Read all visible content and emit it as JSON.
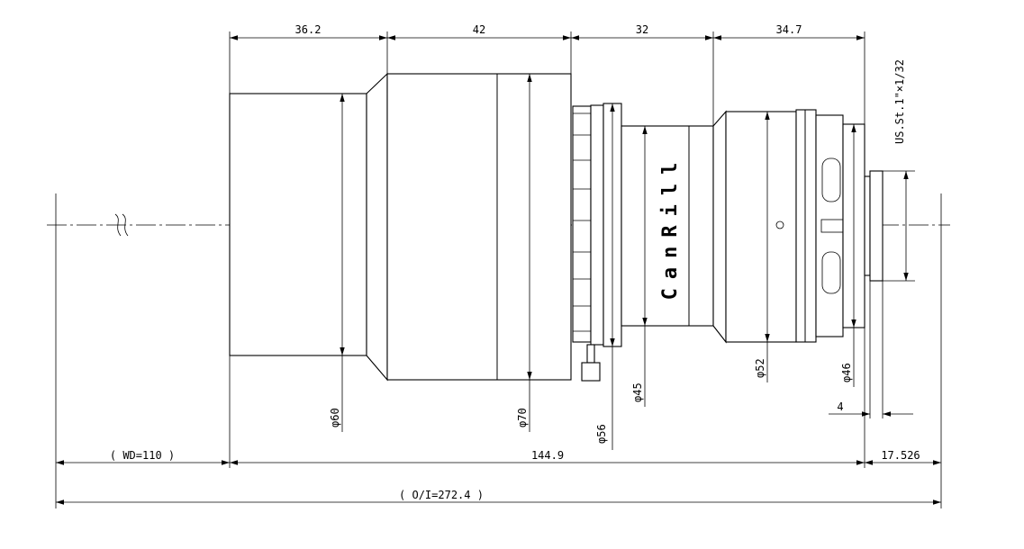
{
  "dimensions": {
    "top": [
      "36.2",
      "42",
      "32",
      "34.7"
    ],
    "bottom": {
      "wd": "( WD=110 )",
      "body_length": "144.9",
      "back_focus": "17.526",
      "oi": "( O/I=272.4 )",
      "flange": "4"
    }
  },
  "diameters": {
    "d60": "φ60",
    "d70": "φ70",
    "d56": "φ56",
    "d45": "φ45",
    "d52": "φ52",
    "d46": "φ46"
  },
  "mount": "US.St.1\"×1/32",
  "brand": "CanRill",
  "break_symbol": "≈"
}
